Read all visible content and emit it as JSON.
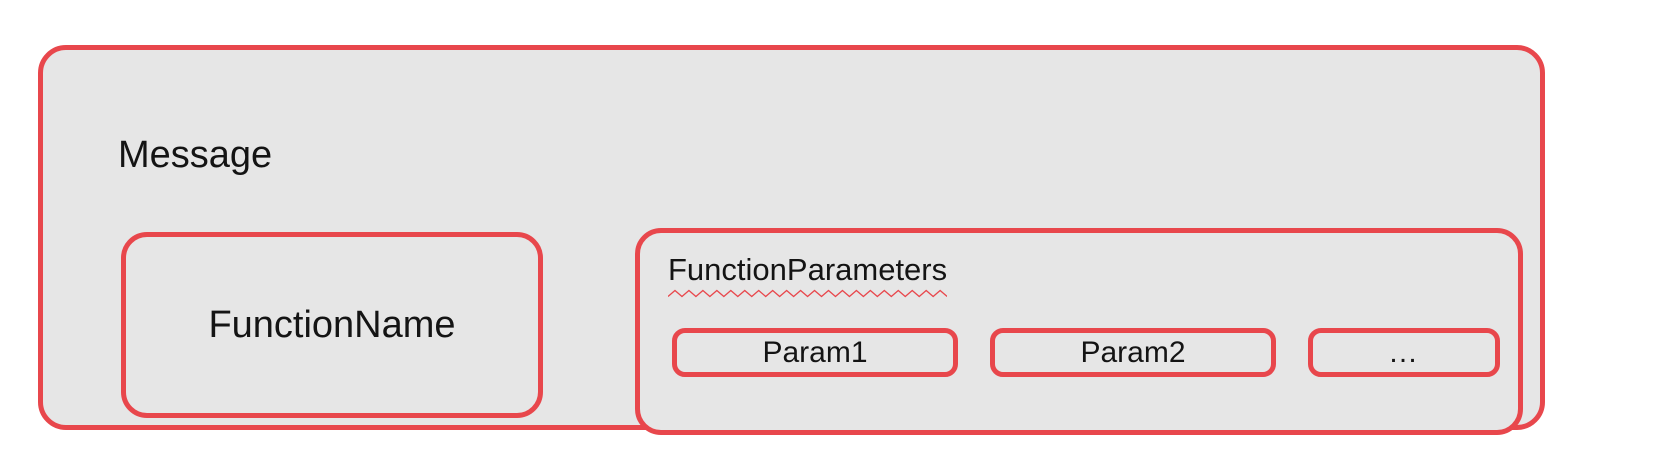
{
  "diagram": {
    "title": "Message",
    "background_color": "#ffffff",
    "node_fill_color": "#e6e6e6",
    "node_border_color": "#e8474c",
    "text_color": "#141414",
    "spellcheck_underline_color": "#e8474c"
  },
  "message": {
    "label": "Message",
    "children": {
      "function_name": {
        "label": "FunctionName"
      },
      "function_parameters": {
        "label": "FunctionParameters",
        "has_spellcheck_underline": true,
        "params": [
          {
            "label": "Param1",
            "kind": "named"
          },
          {
            "label": "Param2",
            "kind": "named"
          },
          {
            "label": "…",
            "kind": "ellipsis"
          }
        ]
      }
    }
  }
}
